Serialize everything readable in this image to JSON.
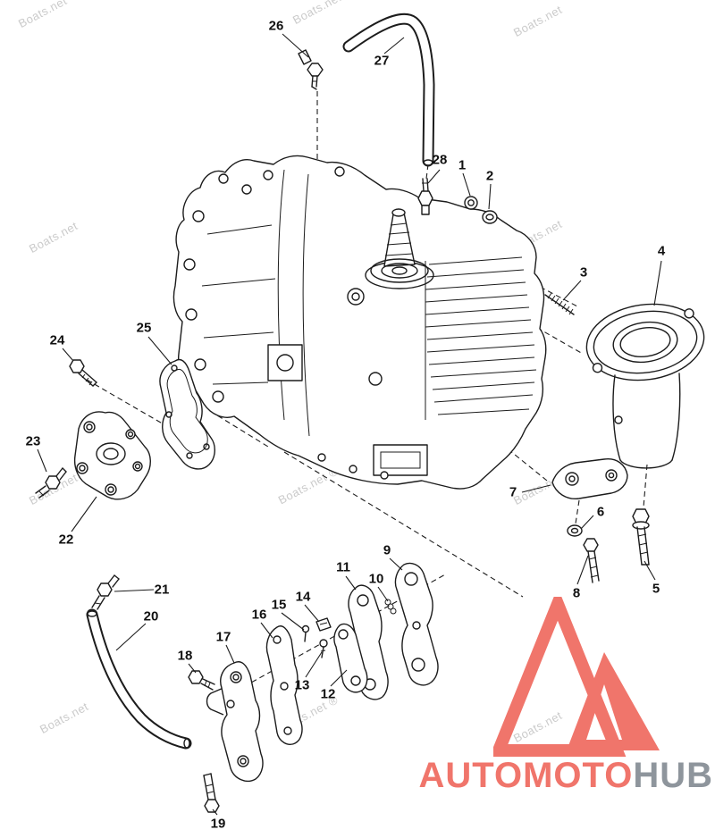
{
  "meta": {
    "description": "Exploded-view outboard engine crankcase parts diagram with numbered callouts"
  },
  "colors": {
    "line_art": "#1c1c1c",
    "background": "#ffffff",
    "watermark": "#cbcbcb",
    "logo_accent": "#f0756b",
    "logo_secondary": "#8e959c"
  },
  "watermark": {
    "text": "Boats.net",
    "text_reg": "Boats.net ®"
  },
  "logo": {
    "part1": "AUTOMOTO",
    "part2": "HUB"
  },
  "parts": {
    "p1": "1",
    "p2": "2",
    "p3": "3",
    "p4": "4",
    "p5": "5",
    "p6": "6",
    "p7": "7",
    "p8": "8",
    "p9": "9",
    "p10": "10",
    "p11": "11",
    "p12": "12",
    "p13": "13",
    "p14": "14",
    "p15": "15",
    "p16": "16",
    "p17": "17",
    "p18": "18",
    "p19": "19",
    "p20": "20",
    "p21": "21",
    "p22": "22",
    "p23": "23",
    "p24": "24",
    "p25": "25",
    "p26": "26",
    "p27": "27",
    "p28": "28"
  }
}
